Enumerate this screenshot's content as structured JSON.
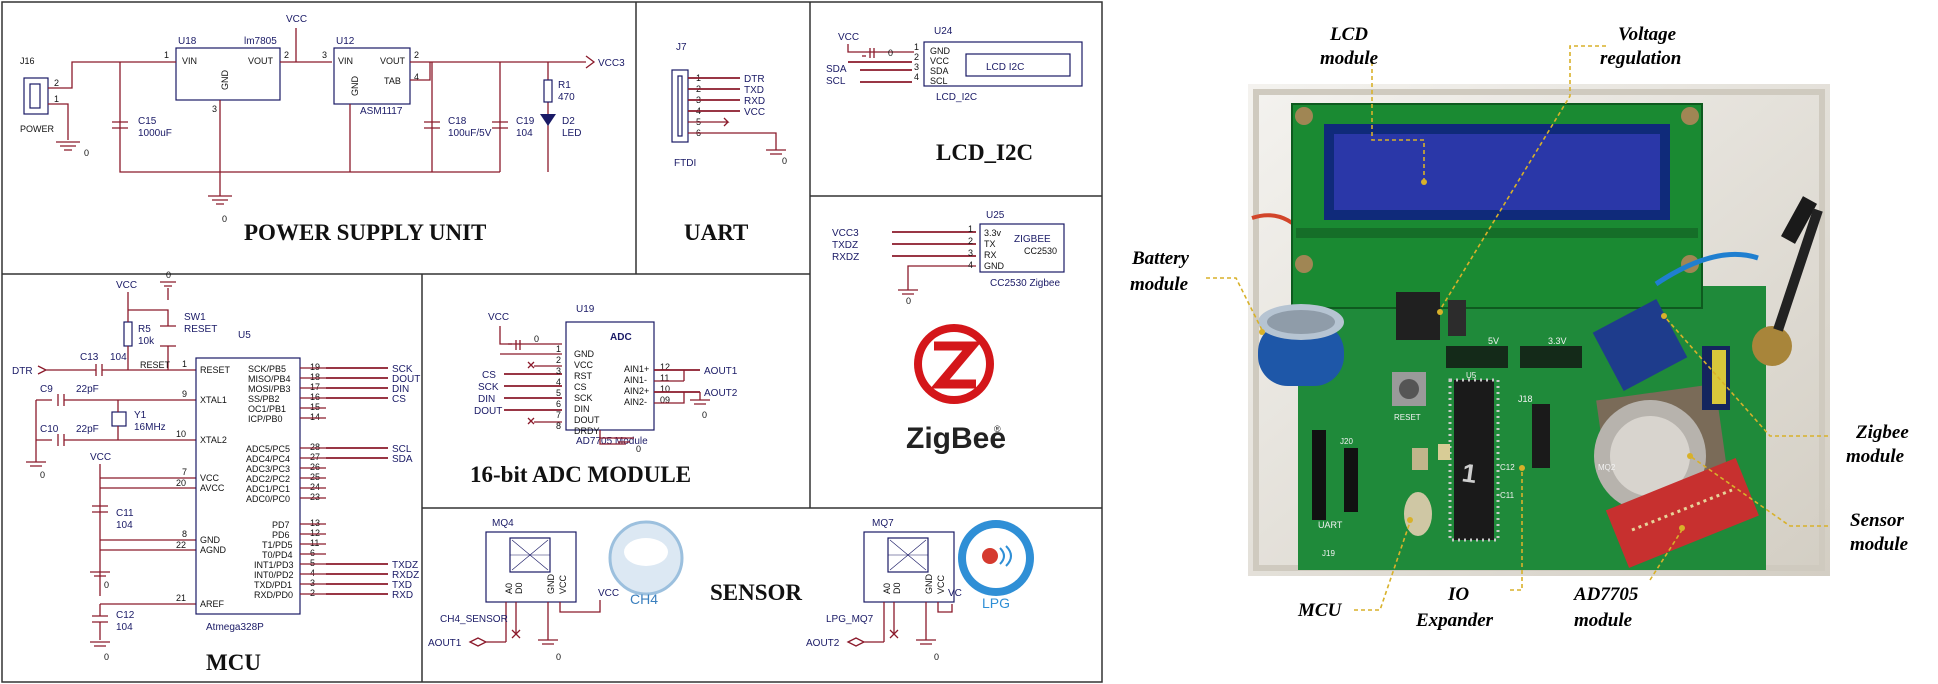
{
  "schematic": {
    "sections": {
      "power": "POWER SUPPLY UNIT",
      "uart": "UART",
      "lcd": "LCD_I2C",
      "mcu": "MCU",
      "adc": "16-bit ADC MODULE",
      "sensor": "SENSOR"
    },
    "power": {
      "connector": "J16",
      "connector_label": "POWER",
      "reg1": "U18",
      "reg1_part": "lm7805",
      "reg2": "U12",
      "reg2_part": "ASM1117",
      "vin": "VIN",
      "vout": "VOUT",
      "gnd": "GND",
      "tab": "TAB",
      "c15": "C15",
      "c15_val": "1000uF",
      "c18": "C18",
      "c18_val": "100uF/5V",
      "c19": "C19",
      "c19_val": "104",
      "r1": "R1",
      "r1_val": "470",
      "d2": "D2",
      "d2_val": "LED",
      "net_vcc": "VCC",
      "net_vcc3": "VCC3",
      "ground": "0",
      "p1": "1",
      "p2": "2",
      "p3": "3",
      "p4": "4"
    },
    "uart": {
      "ref": "J7",
      "name": "FTDI",
      "pins": [
        "DTR",
        "TXD",
        "RXD",
        "",
        "VCC",
        ""
      ],
      "nums": [
        "1",
        "2",
        "3",
        "4",
        "5",
        "6"
      ],
      "ground": "0"
    },
    "lcd": {
      "ref": "U24",
      "part": "LCD_I2C",
      "box": "LCD  I2C",
      "pins": [
        "GND",
        "VCC",
        "SDA",
        "SCL"
      ],
      "nums": [
        "1",
        "2",
        "3",
        "4"
      ],
      "net_vcc": "VCC",
      "net_sda": "SDA",
      "net_scl": "SCL",
      "ground": "0"
    },
    "zigbee": {
      "ref": "U25",
      "box": "ZIGBEE",
      "chip": "CC2530",
      "caption": "CC2530  Zigbee",
      "pins": [
        "3.3v",
        "TX",
        "RX",
        "GND"
      ],
      "nums": [
        "1",
        "2",
        "3",
        "4"
      ],
      "nets": [
        "VCC3",
        "TXDZ",
        "RXDZ"
      ],
      "ground": "0",
      "logo_text": "ZigBee",
      "logo_reg": "®"
    },
    "mcu": {
      "ref": "U5",
      "part": "Atmega328P",
      "left_pins": [
        "RESET",
        "XTAL1",
        "XTAL2",
        "VCC",
        "AVCC",
        "GND",
        "AGND",
        "AREF"
      ],
      "left_nums": [
        "1",
        "9",
        "10",
        "7",
        "20",
        "8",
        "22",
        "21"
      ],
      "right_a": [
        "SCK/PB5",
        "MISO/PB4",
        "MOSI/PB3",
        "SS/PB2",
        "OC1/PB1",
        "ICP/PB0"
      ],
      "right_a_nums": [
        "19",
        "18",
        "17",
        "16",
        "15",
        "14"
      ],
      "right_b": [
        "ADC5/PC5",
        "ADC4/PC4",
        "ADC3/PC3",
        "ADC2/PC2",
        "ADC1/PC1",
        "ADC0/PC0"
      ],
      "right_b_nums": [
        "28",
        "27",
        "26",
        "25",
        "24",
        "23"
      ],
      "right_c": [
        "PD7",
        "PD6",
        "T1/PD5",
        "T0/PD4",
        "INT1/PD3",
        "INT0/PD2",
        "TXD/PD1",
        "RXD/PD0"
      ],
      "right_c_nums": [
        "13",
        "12",
        "11",
        "6",
        "5",
        "4",
        "3",
        "2"
      ],
      "nets_a": [
        "SCK",
        "DOUT",
        "DIN",
        "CS"
      ],
      "nets_b": [
        "SCL",
        "SDA"
      ],
      "nets_c": [
        "TXDZ",
        "RXDZ",
        "TXD",
        "RXD"
      ],
      "dtr": "DTR",
      "vcc": "VCC",
      "reset_net": "RESET",
      "ground": "0",
      "sw1": "SW1",
      "sw1_val": "RESET",
      "r5": "R5",
      "r5_val": "10k",
      "c13": "C13",
      "c13_val": "104",
      "c9": "C9",
      "c9_val": "22pF",
      "c10": "C10",
      "c10_val": "22pF",
      "y1": "Y1",
      "y1_val": "16MHz",
      "c11": "C11",
      "c11_val": "104",
      "c12": "C12",
      "c12_val": "104"
    },
    "adc": {
      "ref": "U19",
      "title": "ADC",
      "part": "AD7705 Module",
      "left_pins": [
        "GND",
        "VCC",
        "RST",
        "CS",
        "SCK",
        "DIN",
        "DOUT",
        "DRDY"
      ],
      "left_nums": [
        "1",
        "2",
        "3",
        "4",
        "5",
        "6",
        "7",
        "8"
      ],
      "right_pins": [
        "AIN1+",
        "AIN1-",
        "AIN2+",
        "AIN2-"
      ],
      "right_nums": [
        "12",
        "11",
        "10",
        "09"
      ],
      "nets_left": [
        "CS",
        "SCK",
        "DIN",
        "DOUT"
      ],
      "net_vcc": "VCC",
      "aout1": "AOUT1",
      "aout2": "AOUT2",
      "ground": "0"
    },
    "sensor": {
      "mq4": "MQ4",
      "mq4_net": "CH4_SENSOR",
      "mq4_gas": "CH4",
      "mq7": "MQ7",
      "mq7_net": "LPG_MQ7",
      "mq7_gas": "LPG",
      "pins": [
        "A0",
        "D0",
        "GND",
        "VCC"
      ],
      "aout1": "AOUT1",
      "aout2": "AOUT2",
      "net_vcc": "VCC",
      "net_vc": "VC",
      "ground": "0"
    }
  },
  "photo": {
    "callouts": {
      "lcd": "LCD\nmodule",
      "voltage": "Voltage\nregulation",
      "battery": "Battery\nmodule",
      "zigbee": "Zigbee\nmodule",
      "sensor": "Sensor\nmodule",
      "mcu": "MCU",
      "io": "IO\nExpander",
      "ad7705": "AD7705\nmodule"
    },
    "board_text": {
      "reset": "RESET",
      "uart": "UART",
      "j19": "J19",
      "j20": "J20",
      "j18": "J18",
      "u5": "U5",
      "mq2": "MQ2",
      "c12": "C12",
      "c11": "C11",
      "vcc3": "3.3V",
      "vcc5": "5V"
    },
    "colors": {
      "pcb": "#1f8a3a",
      "lcd": "#2a37a8",
      "background": "#e9e6df"
    }
  }
}
